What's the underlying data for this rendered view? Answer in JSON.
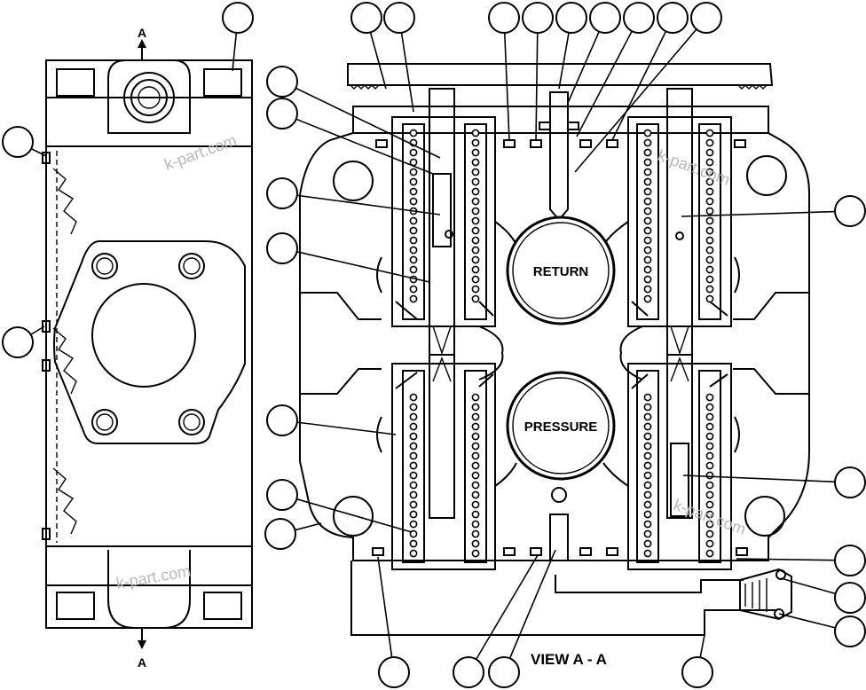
{
  "figure": {
    "section_mark_top": "A",
    "section_mark_bottom": "A",
    "port_return_label": "RETURN",
    "port_pressure_label": "PRESSURE",
    "view_caption": "VIEW A - A",
    "watermark_text": "k-part.com"
  },
  "callouts": [
    {
      "id": "c-top-1"
    },
    {
      "id": "c-top-2"
    },
    {
      "id": "c-top-3"
    },
    {
      "id": "c-top-4"
    },
    {
      "id": "c-top-5"
    },
    {
      "id": "c-top-6"
    },
    {
      "id": "c-top-7"
    },
    {
      "id": "c-top-8"
    },
    {
      "id": "c-top-9"
    },
    {
      "id": "c-top-10"
    },
    {
      "id": "c-left-1"
    },
    {
      "id": "c-left-2"
    },
    {
      "id": "c-left-3"
    },
    {
      "id": "c-left-4"
    },
    {
      "id": "c-left-5"
    },
    {
      "id": "c-left-6"
    },
    {
      "id": "c-left-7"
    },
    {
      "id": "c-left-8"
    },
    {
      "id": "c-right-1"
    },
    {
      "id": "c-right-2"
    },
    {
      "id": "c-right-3"
    },
    {
      "id": "c-right-4"
    },
    {
      "id": "c-right-5"
    },
    {
      "id": "c-bottom-1"
    },
    {
      "id": "c-bottom-2"
    },
    {
      "id": "c-bottom-3"
    },
    {
      "id": "c-bottom-4"
    }
  ],
  "colors": {
    "line": "#000000",
    "background": "#ffffff",
    "watermark": "#b8b8b8"
  }
}
